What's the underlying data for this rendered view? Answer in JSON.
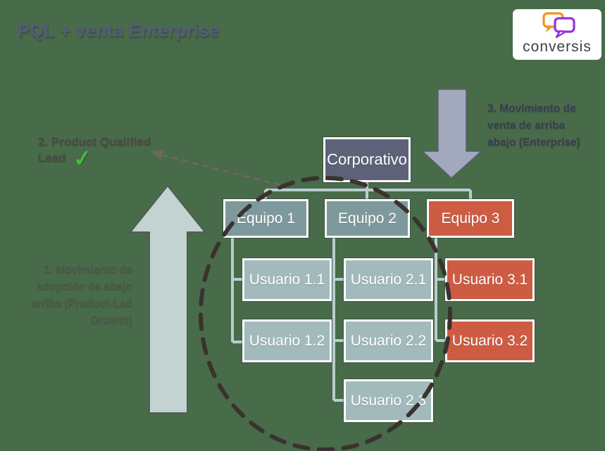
{
  "slide": {
    "title": "PQL + venta Enterprise",
    "background_color": "#486B49",
    "title_color": "#565A7D"
  },
  "logo": {
    "text": "conversis",
    "bubble_left_color": "#F2921D",
    "bubble_right_color": "#9333D6"
  },
  "annotations": {
    "step1": {
      "color": "#4D5A4B",
      "lines": [
        "1. Movimiento de",
        "adopción de abajo",
        "arriba (Product-Led",
        "Growth)"
      ]
    },
    "step2": {
      "line1": "2. Product Qualified",
      "line2": "Lead",
      "check_icon": "✓",
      "check_color": "#3FBC3F"
    },
    "step3": {
      "color": "#3A3F50",
      "lines": [
        "3. Movimiento de",
        "venta de arriba",
        "abajo (Enterprise)"
      ]
    }
  },
  "org_chart": {
    "root": {
      "label": "Corporativo",
      "color": "#5E6279"
    },
    "teams": [
      {
        "label": "Equipo 1",
        "color": "#7E999B"
      },
      {
        "label": "Equipo 2",
        "color": "#7E999B"
      },
      {
        "label": "Equipo 3",
        "color": "#CE5C43"
      }
    ],
    "users": [
      {
        "label": "Usuario 1.1",
        "color": "#A2BABC"
      },
      {
        "label": "Usuario 2.1",
        "color": "#A2BABC"
      },
      {
        "label": "Usuario 3.1",
        "color": "#CE5C43"
      },
      {
        "label": "Usuario 1.2",
        "color": "#A2BABC"
      },
      {
        "label": "Usuario 2.2",
        "color": "#A2BABC"
      },
      {
        "label": "Usuario 3.2",
        "color": "#CE5C43"
      },
      {
        "label": "Usuario 2.3",
        "color": "#A2BABC"
      }
    ],
    "connector_color": "#B9CDD0",
    "up_arrow_color": "#C2D3D2",
    "down_arrow_color": "#A2A9BD",
    "highlight_ellipse_color": "#3A322F",
    "pointer_dash_color": "#6F6662"
  }
}
